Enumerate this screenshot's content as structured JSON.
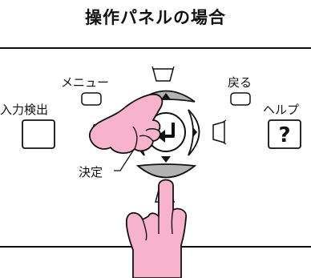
{
  "title": "操作パネルの場合",
  "labels": {
    "menu": "メニュー",
    "source_search": "入力検出",
    "back": "戻る",
    "help": "ヘルプ",
    "enter": "決定"
  },
  "help_symbol": "?",
  "colors": {
    "finger_fill": "#f7b3cc",
    "button_gray": "#b3b3b3",
    "line": "#111111"
  },
  "icons": [
    "keystone-up-icon",
    "keystone-down-icon",
    "keystone-left-icon",
    "keystone-right-icon",
    "enter-icon",
    "pointing-hand-icon"
  ]
}
